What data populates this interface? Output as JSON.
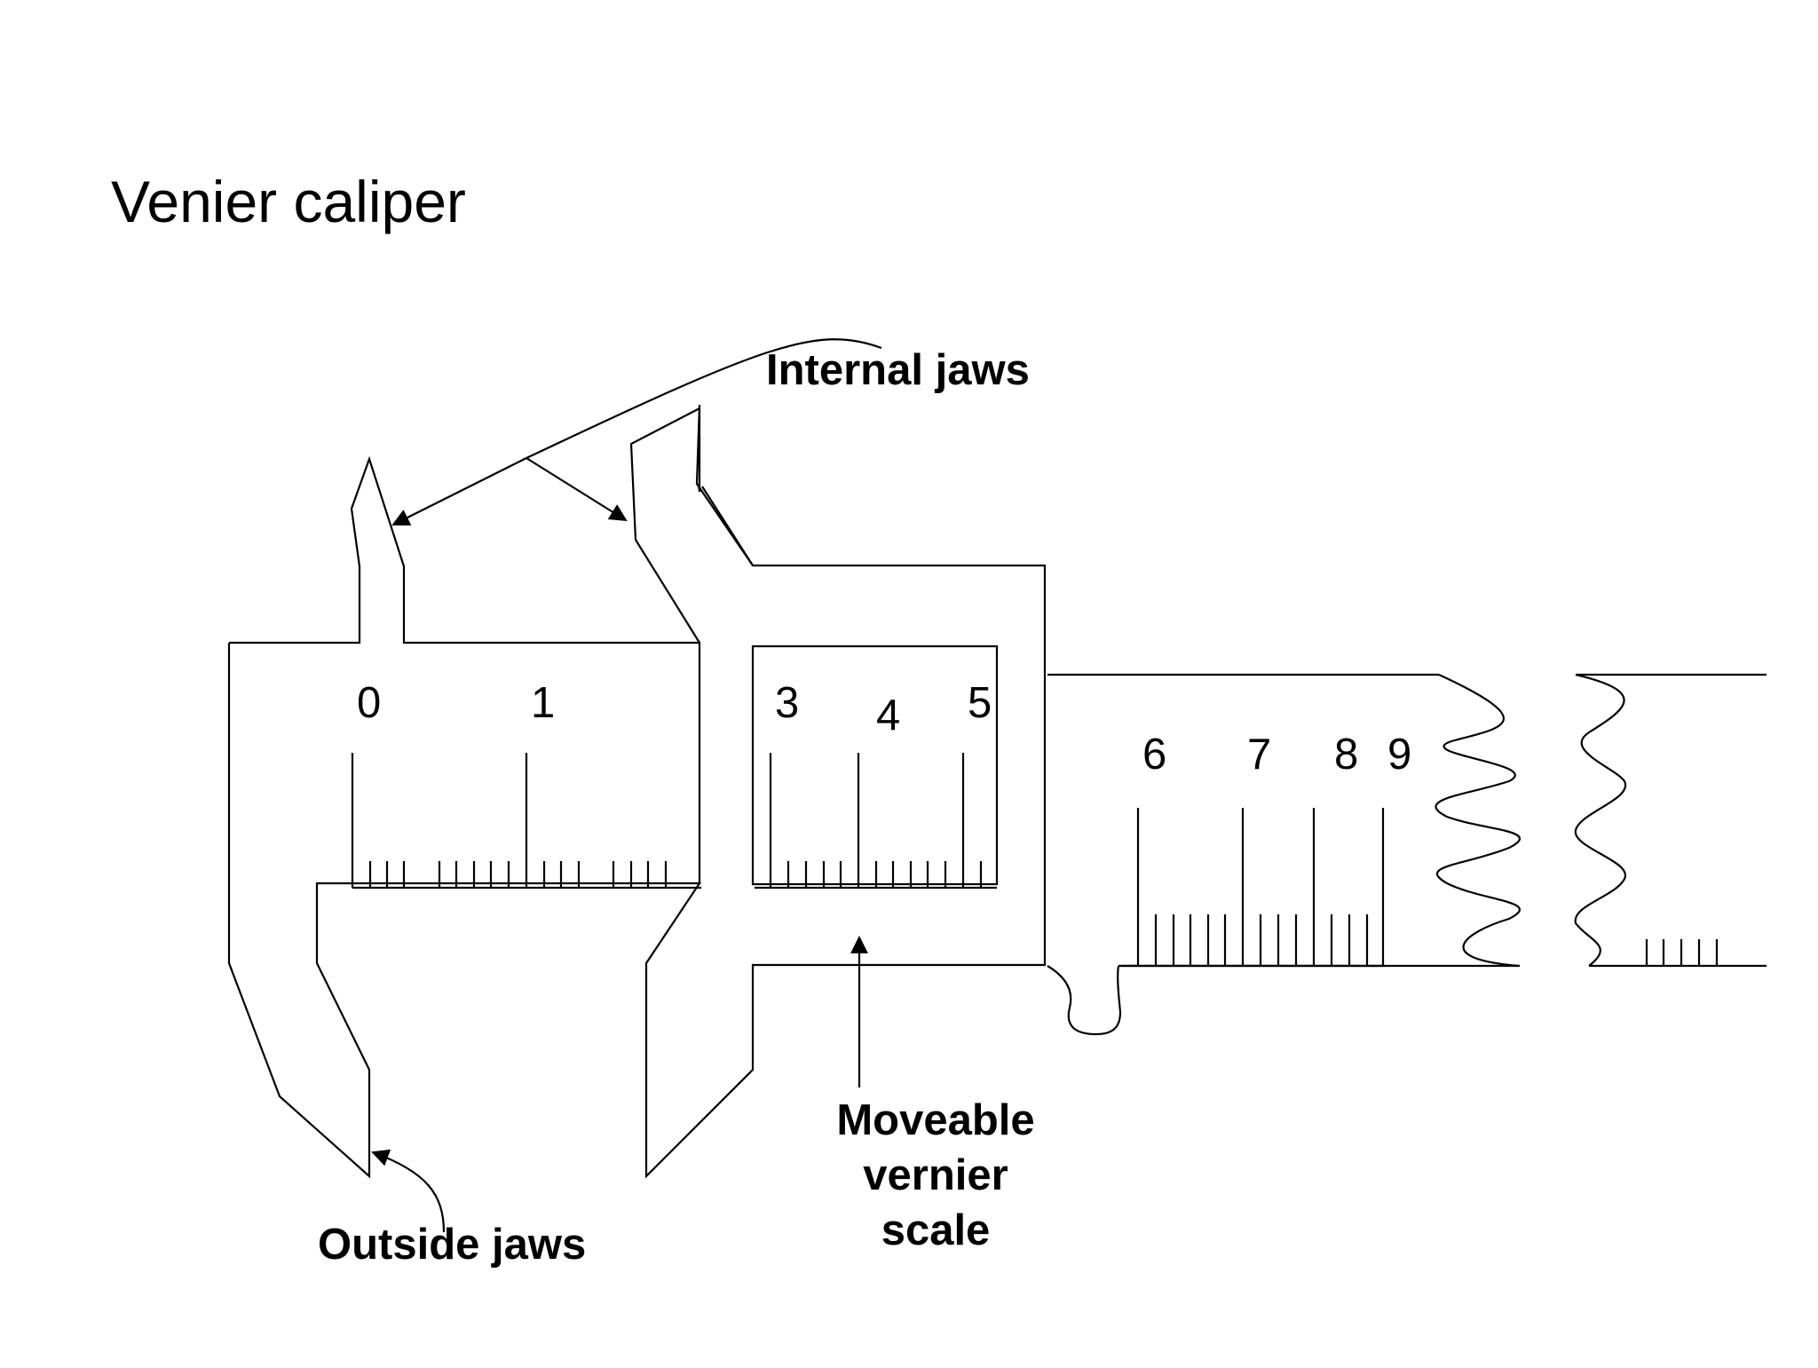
{
  "title": "Venier caliper",
  "labels": {
    "internal_jaws": "Internal jaws",
    "outside_jaws": "Outside jaws",
    "vernier_scale": [
      "Moveable",
      "vernier",
      "scale"
    ]
  },
  "main_scale_numbers": [
    "0",
    "1",
    "3",
    "4",
    "5",
    "6",
    "7",
    "8",
    "9"
  ],
  "colors": {
    "line": "#000000",
    "background": "#ffffff"
  }
}
